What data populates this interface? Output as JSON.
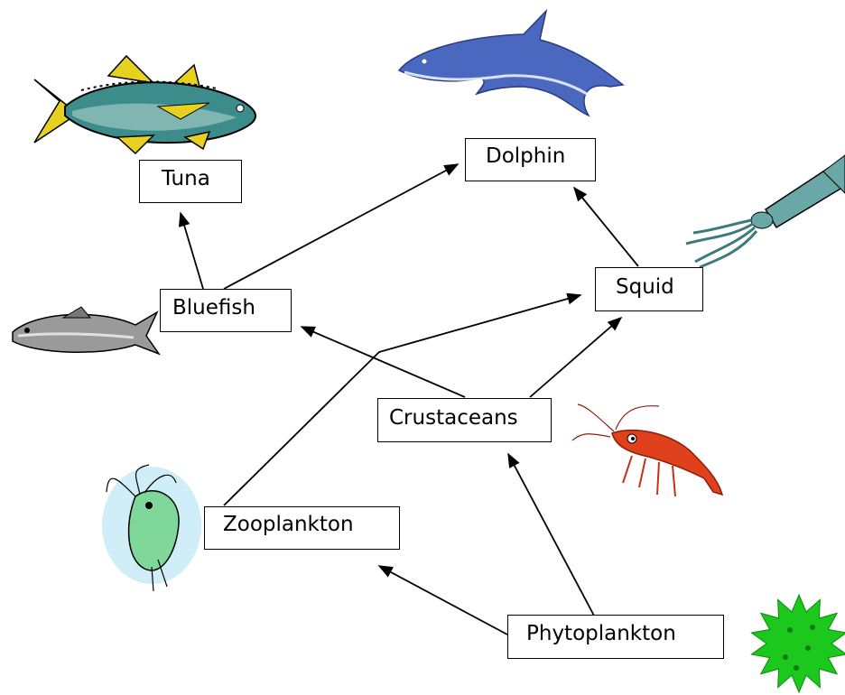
{
  "nodes": {
    "tuna": "Tuna",
    "dolphin": "Dolphin",
    "squid": "Squid",
    "bluefish": "Bluefish",
    "crustaceans": "Crustaceans",
    "zooplankton": "Zooplankton",
    "phytoplankton": "Phytoplankton"
  },
  "edges": [
    {
      "from": "bluefish",
      "to": "tuna"
    },
    {
      "from": "bluefish",
      "to": "dolphin"
    },
    {
      "from": "squid",
      "to": "dolphin"
    },
    {
      "from": "crustaceans",
      "to": "bluefish"
    },
    {
      "from": "crustaceans",
      "to": "squid"
    },
    {
      "from": "zooplankton",
      "to": "squid"
    },
    {
      "from": "phytoplankton",
      "to": "zooplankton"
    },
    {
      "from": "phytoplankton",
      "to": "crustaceans"
    }
  ],
  "illustrations": [
    "tuna-fish-icon",
    "dolphin-icon",
    "squid-icon",
    "bluefish-icon",
    "shrimp-icon",
    "zooplankton-icon",
    "phytoplankton-icon"
  ],
  "colors": {
    "box_border": "#000000",
    "arrow": "#000000",
    "tuna_body": "#3c8c8c",
    "tuna_fin": "#e8d020",
    "dolphin": "#4a68c0",
    "squid": "#6aa8a8",
    "bluefish": "#9a9a9a",
    "shrimp": "#e0401c",
    "zooplankton": "#7fd89a",
    "phytoplankton": "#1bc81b"
  }
}
